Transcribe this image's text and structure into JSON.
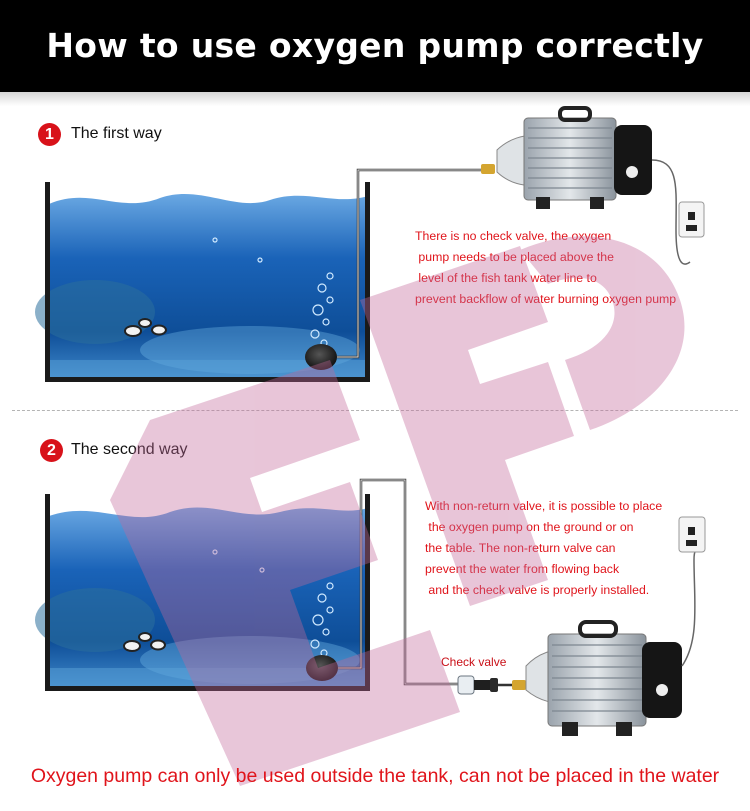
{
  "header": {
    "title": "How to use oxygen pump correctly"
  },
  "steps": [
    {
      "number": "1",
      "label": "The first way",
      "note": "There is no check valve, the oxygen\n pump needs to be placed above the\n level of the fish tank water line to\nprevent backflow of water burning oxygen pump"
    },
    {
      "number": "2",
      "label": "The second way",
      "note": "With non-return valve, it is possible to place\n the oxygen pump on the ground or on\nthe table. The non-return valve can\nprevent the water from flowing back\n and the check valve is properly installed.",
      "valve_label": "Check valve"
    }
  ],
  "footer": {
    "text": "Oxygen pump can only be used outside the tank, can not be placed in the water"
  },
  "colors": {
    "accent": "#e0141b",
    "header_bg": "#000000",
    "water": "#1f6fbe",
    "watermark": "#c36a9a"
  }
}
